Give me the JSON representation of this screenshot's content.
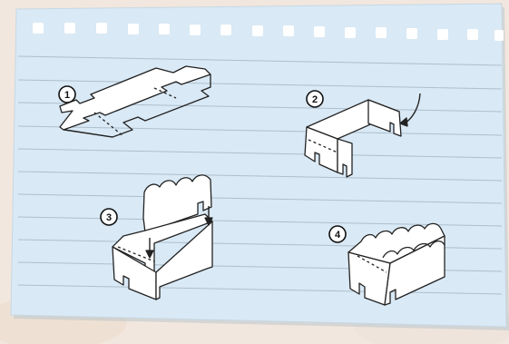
{
  "instructions": {
    "steps": [
      {
        "number": "1",
        "description_icon": "flat-piece-icon"
      },
      {
        "number": "2",
        "description_icon": "fold-piece-icon"
      },
      {
        "number": "3",
        "description_icon": "insert-piece-icon"
      },
      {
        "number": "4",
        "description_icon": "assembled-holder-icon"
      }
    ]
  },
  "colors": {
    "paper": "#d9e9f5",
    "ruled_line": "#aebfcd",
    "margin_line": "#a9bcc9",
    "hole": "#ffffff",
    "background": "#f2e7de",
    "part_fill": "#ffffff",
    "part_stroke": "#222222"
  }
}
